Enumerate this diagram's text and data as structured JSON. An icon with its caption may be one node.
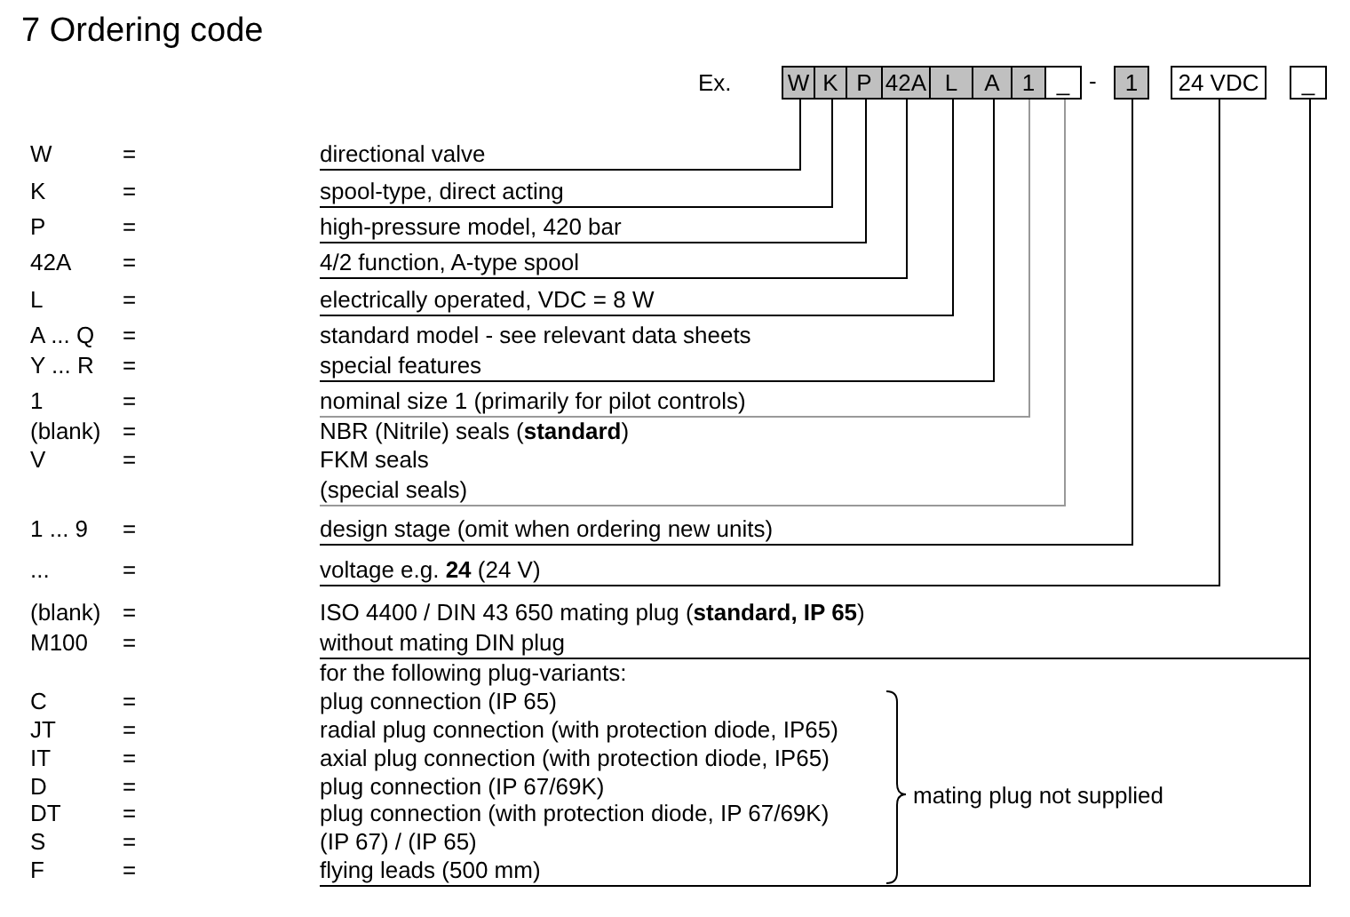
{
  "diagram": {
    "title": "7 Ordering code",
    "nodes": [
      {
        "text": [
          "W"
        ]
      },
      {
        "text": [
          "K"
        ]
      },
      {
        "text": [
          "P"
        ]
      },
      {
        "text": [
          "42A"
        ]
      },
      {
        "text": [
          "L"
        ]
      },
      {
        "text": [
          "A"
        ]
      },
      {
        "text": [
          "1"
        ]
      },
      {
        "text": [
          "_"
        ]
      },
      {
        "text": [
          "1"
        ]
      },
      {
        "text": [
          "24 VDC"
        ]
      },
      {
        "text": [
          "_"
        ]
      },
      {
        "text": [
          "W",
          "=",
          "directional valve"
        ]
      },
      {
        "text": [
          "K",
          "=",
          "spool-type, direct acting"
        ]
      },
      {
        "text": [
          "P",
          "=",
          "high-pressure model, 420 bar"
        ]
      },
      {
        "text": [
          "42A",
          "=",
          "4/2 function, A-type spool"
        ]
      },
      {
        "text": [
          "L",
          "=",
          "electrically operated, VDC = 8 W"
        ]
      },
      {
        "text": [
          "A ... Q",
          "=",
          "standard model - see relevant data sheets",
          "Y ... R",
          "=",
          "special features"
        ]
      },
      {
        "text": [
          "1",
          "=",
          "nominal size 1 (primarily for pilot controls)"
        ]
      },
      {
        "text": [
          "(blank)",
          "=",
          "NBR (Nitrile) seals (**standard**)",
          "V",
          "=",
          "FKM seals",
          "(special seals)"
        ]
      },
      {
        "text": [
          "1 ... 9",
          "=",
          "design stage (omit when ordering new units)"
        ]
      },
      {
        "text": [
          "...",
          "=",
          "voltage e.g. **24** (24 V)"
        ]
      },
      {
        "text": [
          "(blank)",
          "=",
          "ISO 4400 / DIN 43 650 mating plug (**standard, IP 65**)",
          "M100",
          "=",
          "without mating DIN plug"
        ]
      },
      {
        "text": [
          "for the following plug-variants:",
          "C",
          "=",
          "plug connection (IP 65)",
          "JT",
          "=",
          "radial plug connection (with protection diode, IP65)",
          "IT",
          "=",
          "axial plug connection (with protection diode, IP65)",
          "D",
          "=",
          "plug connection (IP 67/69K)",
          "DT",
          "=",
          "plug connection (with protection diode, IP 67/69K)",
          "S",
          "=",
          "(IP 67) / (IP 65)",
          "F",
          "=",
          "flying leads (500 mm)"
        ]
      }
    ],
    "edges": [
      {
        "from": 0,
        "to": 11,
        "arrow": "none"
      },
      {
        "from": 1,
        "to": 12,
        "arrow": "none"
      },
      {
        "from": 2,
        "to": 13,
        "arrow": "none"
      },
      {
        "from": 3,
        "to": 14,
        "arrow": "none"
      },
      {
        "from": 4,
        "to": 15,
        "arrow": "none"
      },
      {
        "from": 5,
        "to": 16,
        "arrow": "none"
      },
      {
        "from": 6,
        "to": 17,
        "arrow": "none",
        "color": "#999999"
      },
      {
        "from": 7,
        "to": 18,
        "arrow": "none",
        "color": "#999999"
      },
      {
        "from": 8,
        "to": 19,
        "arrow": "none"
      },
      {
        "from": 9,
        "to": 20,
        "arrow": "none"
      },
      {
        "from": 10,
        "to": 21,
        "arrow": "none"
      },
      {
        "from": 10,
        "to": 22,
        "arrow": "none"
      }
    ],
    "labels": [
      "Ex.",
      "-",
      "mating plug not supplied"
    ]
  }
}
